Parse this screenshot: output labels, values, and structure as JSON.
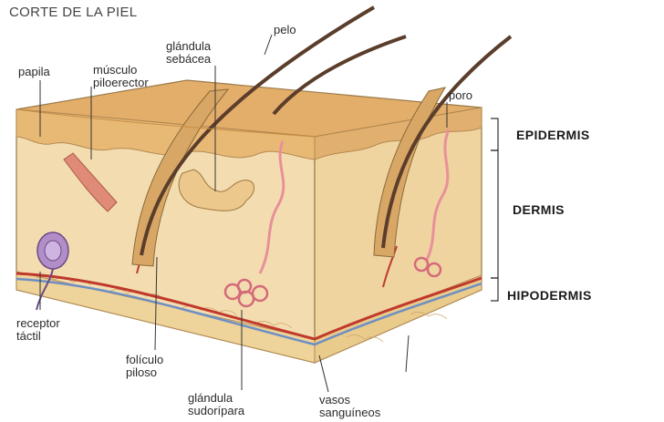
{
  "title": "CORTE DE LA PIEL",
  "labels": {
    "pelo": "pelo",
    "glandula_sebacea": [
      "glándula",
      "sebácea"
    ],
    "papila": "papila",
    "musculo": [
      "músculo",
      "piloerector"
    ],
    "poro": "poro",
    "receptor": [
      "receptor",
      "táctil"
    ],
    "foliculo": [
      "folículo",
      "piloso"
    ],
    "sudoripara": [
      "glándula",
      "sudorípara"
    ],
    "vasos": [
      "vasos",
      "sanguíneos"
    ]
  },
  "layers": {
    "epidermis": "EPIDERMIS",
    "dermis": "DERMIS",
    "hipodermis": "HIPODERMIS"
  },
  "colors": {
    "epidermis": "#e8b975",
    "dermis": "#f3ddb0",
    "hipodermis": "#eed39a",
    "artery": "#c0392b",
    "vein": "#6d8fc4",
    "hair": "#5a3d2b"
  }
}
